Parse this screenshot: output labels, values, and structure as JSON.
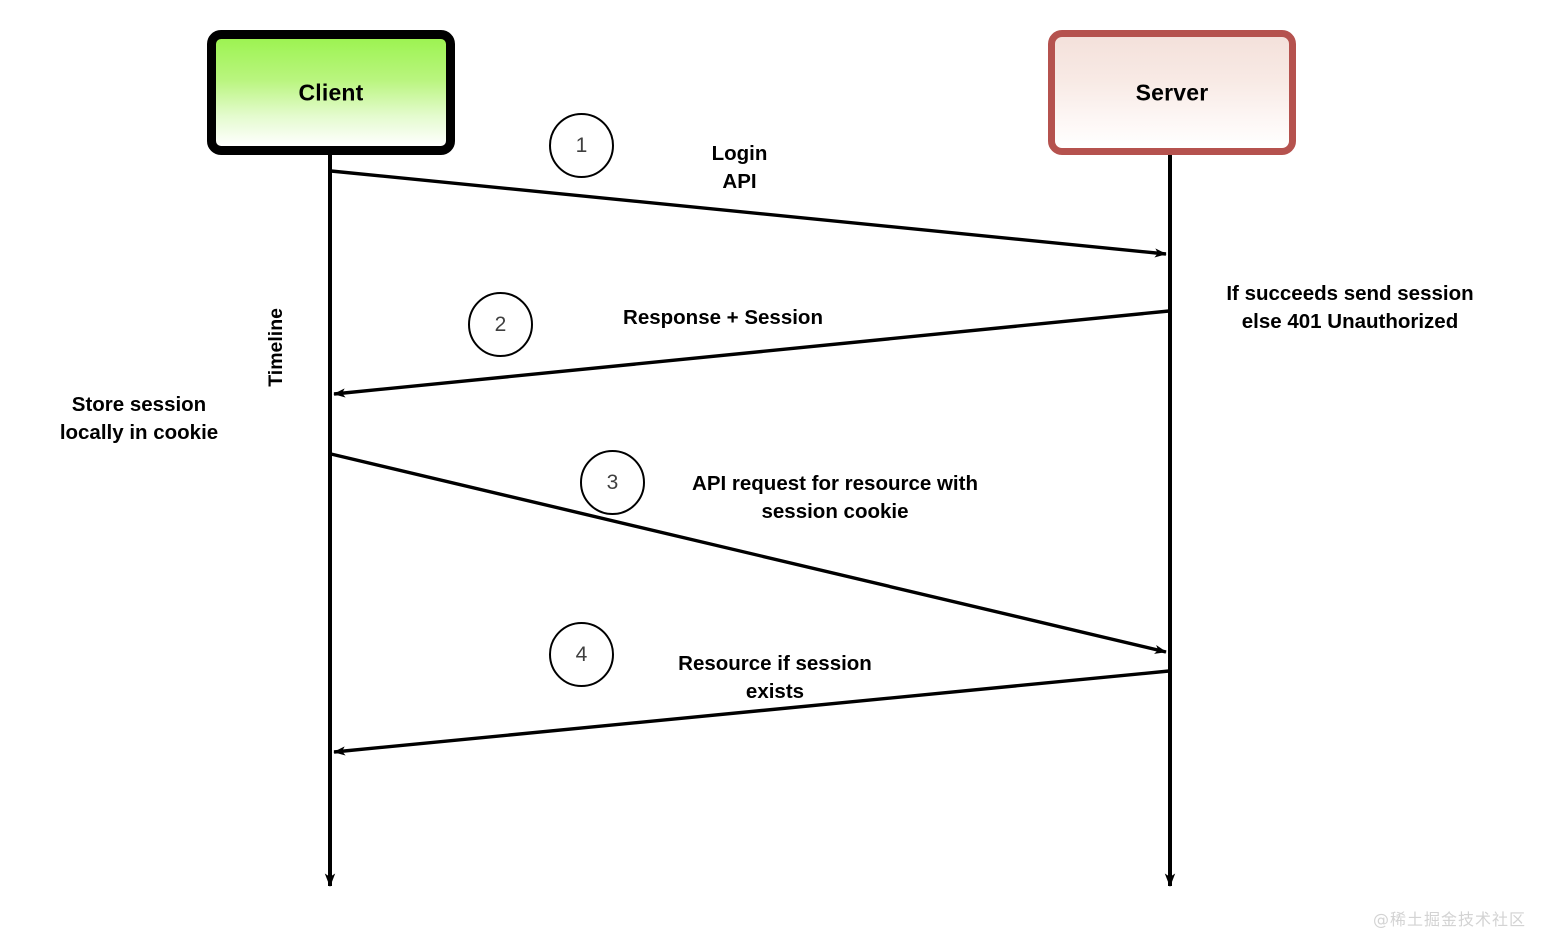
{
  "diagram": {
    "title_nodes": [
      {
        "id": "client",
        "label": "Client"
      },
      {
        "id": "server",
        "label": "Server"
      }
    ],
    "timeline_label": "Timeline",
    "steps": [
      {
        "number": "1",
        "label": "Login\nAPI"
      },
      {
        "number": "2",
        "label": "Response + Session"
      },
      {
        "number": "3",
        "label": "API request for resource with\nsession cookie"
      },
      {
        "number": "4",
        "label": "Resource if session\nexists"
      }
    ],
    "notes": [
      {
        "id": "server-note",
        "text": "If succeeds send session\nelse 401 Unauthorized"
      },
      {
        "id": "client-note",
        "text": "Store session\nlocally in cookie"
      }
    ],
    "watermark": "@稀土掘金技术社区",
    "colors": {
      "client_border": "#000000",
      "client_fill_top": "#9df352",
      "server_border": "#b5524e",
      "server_fill_top": "#f4e1db",
      "line": "#000000",
      "step_number": "#3f3f3f",
      "watermark": "#d3d3d3"
    }
  }
}
